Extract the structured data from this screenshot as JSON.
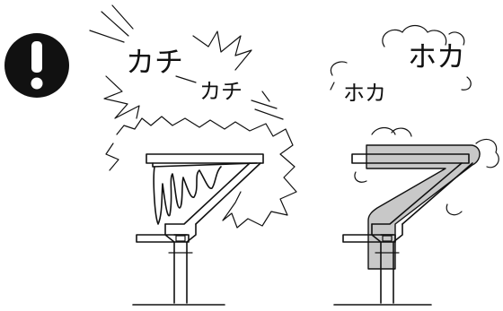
{
  "warning": {
    "icon": "exclamation-warning-icon",
    "glyph": "!"
  },
  "left_scene": {
    "sound_large": "カチ",
    "sound_small": "カチ"
  },
  "right_scene": {
    "sound_large": "ホカ",
    "sound_small": "ホカ"
  },
  "colors": {
    "ink": "#111111",
    "warm_glow": "#c8c8c8",
    "background": "#ffffff"
  }
}
